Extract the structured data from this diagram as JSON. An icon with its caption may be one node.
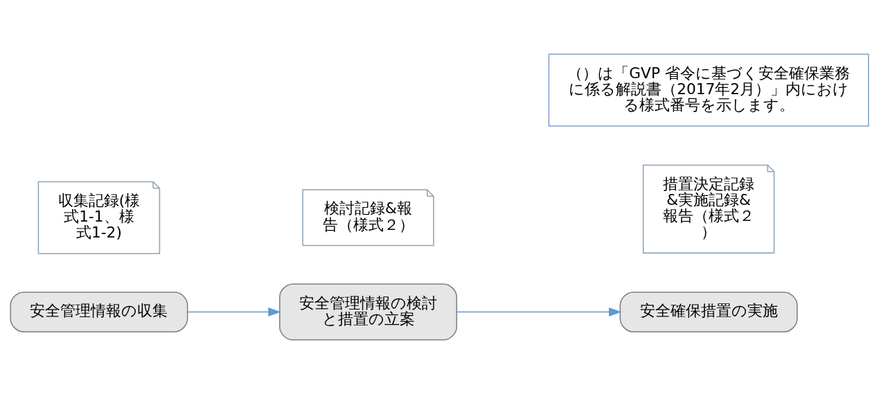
{
  "diagram": {
    "nodes": [
      {
        "text": [
          "安全管理情報の収集"
        ]
      },
      {
        "text": [
          "安全管理情報の検討と措置の立案"
        ]
      },
      {
        "text": [
          "安全確保措置の実施"
        ]
      },
      {
        "text": [
          "収集記録(様式1-1、様式1-2)"
        ]
      },
      {
        "text": [
          "検討記録&報告（様式２）"
        ]
      },
      {
        "text": [
          "措置決定記録&実施記録&報告（様式２）"
        ]
      },
      {
        "text": [
          "（）は「GVP 省令に基づく安全確保業務に係る解説書（2017年2月）」内における様式番号を示します。"
        ]
      }
    ],
    "edges": [
      {
        "from": 0,
        "to": 1,
        "arrow": "to"
      },
      {
        "from": 1,
        "to": 2,
        "arrow": "to"
      }
    ]
  }
}
